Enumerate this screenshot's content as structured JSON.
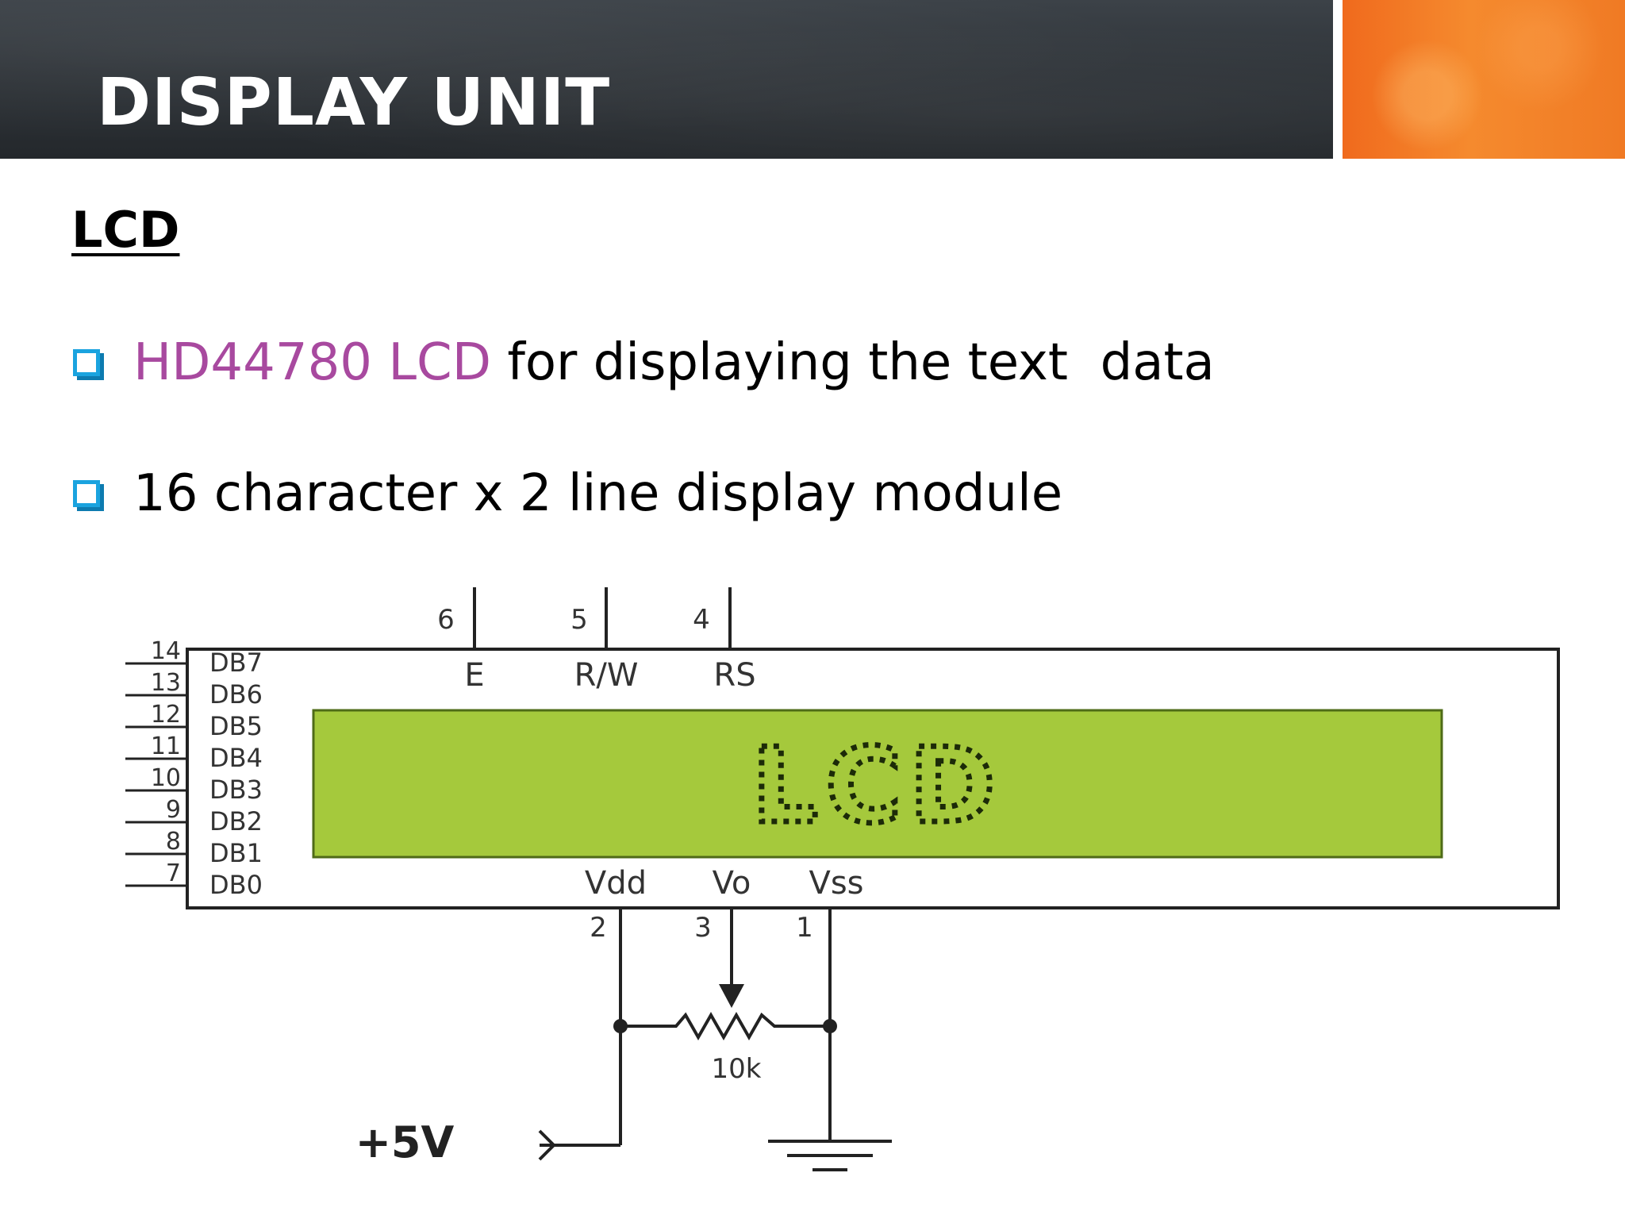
{
  "slide": {
    "title": "DISPLAY UNIT",
    "section_heading": "LCD",
    "bullets": [
      {
        "highlight": "HD44780 LCD",
        "text": " for displaying the text  data"
      },
      {
        "highlight": "",
        "text": "16 character x 2 line display module"
      }
    ],
    "colors": {
      "header": "#2f3439",
      "accent": "#f07a24",
      "highlight": "#a8499f",
      "bullet_icon": "#1aa3df",
      "lcd_screen": "#a5c93c"
    }
  },
  "diagram": {
    "data_pins": [
      {
        "num": "14",
        "label": "DB7"
      },
      {
        "num": "13",
        "label": "DB6"
      },
      {
        "num": "12",
        "label": "DB5"
      },
      {
        "num": "11",
        "label": "DB4"
      },
      {
        "num": "10",
        "label": "DB3"
      },
      {
        "num": "9",
        "label": "DB2"
      },
      {
        "num": "8",
        "label": "DB1"
      },
      {
        "num": "7",
        "label": "DB0"
      }
    ],
    "top_pins": [
      {
        "num": "6",
        "label": "E"
      },
      {
        "num": "5",
        "label": "R/W"
      },
      {
        "num": "4",
        "label": "RS"
      }
    ],
    "bottom_pins": [
      {
        "num": "2",
        "label": "Vdd"
      },
      {
        "num": "3",
        "label": "Vo"
      },
      {
        "num": "1",
        "label": "Vss"
      }
    ],
    "screen_text": "LCD",
    "pot_label": "10k",
    "supply_label": "+5V"
  }
}
